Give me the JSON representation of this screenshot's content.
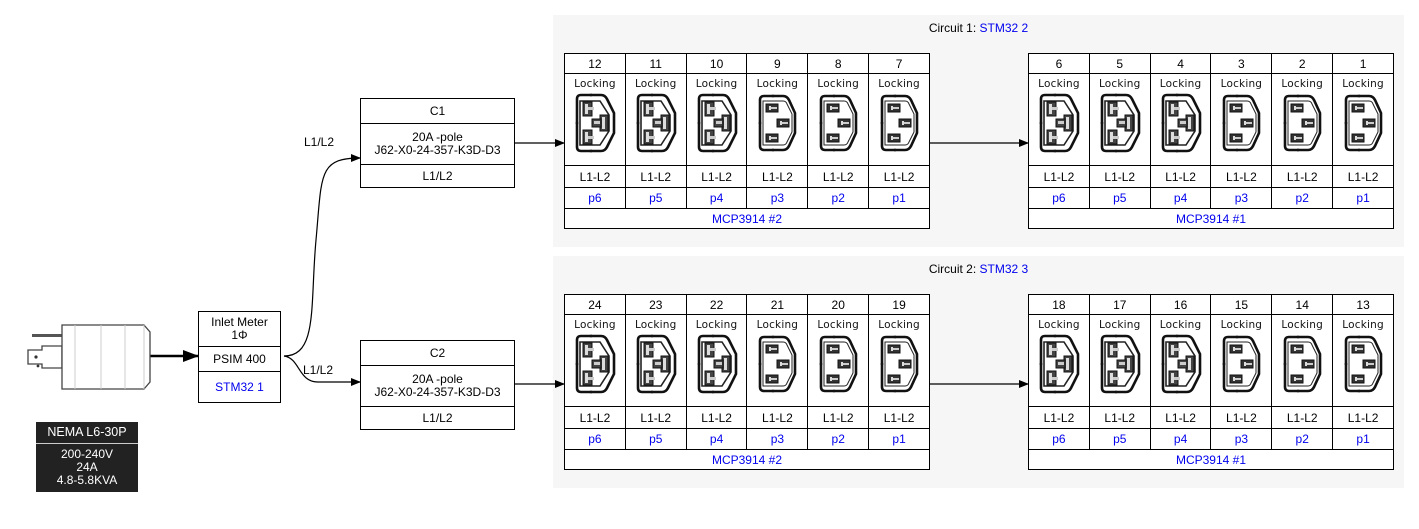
{
  "plug": {
    "icon": "nema-l6-30p-plug-icon",
    "type": "NEMA L6-30P",
    "specs": [
      "200-240V",
      "24A",
      "4.8-5.8KVA"
    ]
  },
  "inlet_meter": {
    "title_line1": "Inlet Meter",
    "title_line2": "1Φ",
    "model": "PSIM 400",
    "controller": "STM32 1"
  },
  "edges": {
    "to_c1": "L1/L2",
    "to_c2": "L1/L2"
  },
  "breakers": [
    {
      "name": "C1",
      "rating": "20A -pole",
      "part": "J62-X0-24-357-K3D-D3",
      "phase": "L1/L2"
    },
    {
      "name": "C2",
      "rating": "20A -pole",
      "part": "J62-X0-24-357-K3D-D3",
      "phase": "L1/L2"
    }
  ],
  "circuits": [
    {
      "label_prefix": "Circuit 1: ",
      "controller": "STM32 2",
      "banks": [
        {
          "chip": "MCP3914 #2",
          "outlets": [
            {
              "num": "12",
              "type": "Locking",
              "icon": "c19-locking-receptacle-icon",
              "phase": "L1-L2",
              "port": "p6"
            },
            {
              "num": "11",
              "type": "Locking",
              "icon": "c19-locking-receptacle-icon",
              "phase": "L1-L2",
              "port": "p5"
            },
            {
              "num": "10",
              "type": "Locking",
              "icon": "c19-locking-receptacle-icon",
              "phase": "L1-L2",
              "port": "p4"
            },
            {
              "num": "9",
              "type": "Locking",
              "icon": "c13-locking-receptacle-icon",
              "phase": "L1-L2",
              "port": "p3"
            },
            {
              "num": "8",
              "type": "Locking",
              "icon": "c13-locking-receptacle-icon",
              "phase": "L1-L2",
              "port": "p2"
            },
            {
              "num": "7",
              "type": "Locking",
              "icon": "c13-locking-receptacle-icon",
              "phase": "L1-L2",
              "port": "p1"
            }
          ]
        },
        {
          "chip": "MCP3914 #1",
          "outlets": [
            {
              "num": "6",
              "type": "Locking",
              "icon": "c19-locking-receptacle-icon",
              "phase": "L1-L2",
              "port": "p6"
            },
            {
              "num": "5",
              "type": "Locking",
              "icon": "c19-locking-receptacle-icon",
              "phase": "L1-L2",
              "port": "p5"
            },
            {
              "num": "4",
              "type": "Locking",
              "icon": "c19-locking-receptacle-icon",
              "phase": "L1-L2",
              "port": "p4"
            },
            {
              "num": "3",
              "type": "Locking",
              "icon": "c13-locking-receptacle-icon",
              "phase": "L1-L2",
              "port": "p3"
            },
            {
              "num": "2",
              "type": "Locking",
              "icon": "c13-locking-receptacle-icon",
              "phase": "L1-L2",
              "port": "p2"
            },
            {
              "num": "1",
              "type": "Locking",
              "icon": "c13-locking-receptacle-icon",
              "phase": "L1-L2",
              "port": "p1"
            }
          ]
        }
      ]
    },
    {
      "label_prefix": "Circuit 2: ",
      "controller": "STM32 3",
      "banks": [
        {
          "chip": "MCP3914 #2",
          "outlets": [
            {
              "num": "24",
              "type": "Locking",
              "icon": "c19-locking-receptacle-icon",
              "phase": "L1-L2",
              "port": "p6"
            },
            {
              "num": "23",
              "type": "Locking",
              "icon": "c19-locking-receptacle-icon",
              "phase": "L1-L2",
              "port": "p5"
            },
            {
              "num": "22",
              "type": "Locking",
              "icon": "c19-locking-receptacle-icon",
              "phase": "L1-L2",
              "port": "p4"
            },
            {
              "num": "21",
              "type": "Locking",
              "icon": "c13-locking-receptacle-icon",
              "phase": "L1-L2",
              "port": "p3"
            },
            {
              "num": "20",
              "type": "Locking",
              "icon": "c13-locking-receptacle-icon",
              "phase": "L1-L2",
              "port": "p2"
            },
            {
              "num": "19",
              "type": "Locking",
              "icon": "c13-locking-receptacle-icon",
              "phase": "L1-L2",
              "port": "p1"
            }
          ]
        },
        {
          "chip": "MCP3914 #1",
          "outlets": [
            {
              "num": "18",
              "type": "Locking",
              "icon": "c19-locking-receptacle-icon",
              "phase": "L1-L2",
              "port": "p6"
            },
            {
              "num": "17",
              "type": "Locking",
              "icon": "c19-locking-receptacle-icon",
              "phase": "L1-L2",
              "port": "p5"
            },
            {
              "num": "16",
              "type": "Locking",
              "icon": "c19-locking-receptacle-icon",
              "phase": "L1-L2",
              "port": "p4"
            },
            {
              "num": "15",
              "type": "Locking",
              "icon": "c13-locking-receptacle-icon",
              "phase": "L1-L2",
              "port": "p3"
            },
            {
              "num": "14",
              "type": "Locking",
              "icon": "c13-locking-receptacle-icon",
              "phase": "L1-L2",
              "port": "p2"
            },
            {
              "num": "13",
              "type": "Locking",
              "icon": "c13-locking-receptacle-icon",
              "phase": "L1-L2",
              "port": "p1"
            }
          ]
        }
      ]
    }
  ]
}
